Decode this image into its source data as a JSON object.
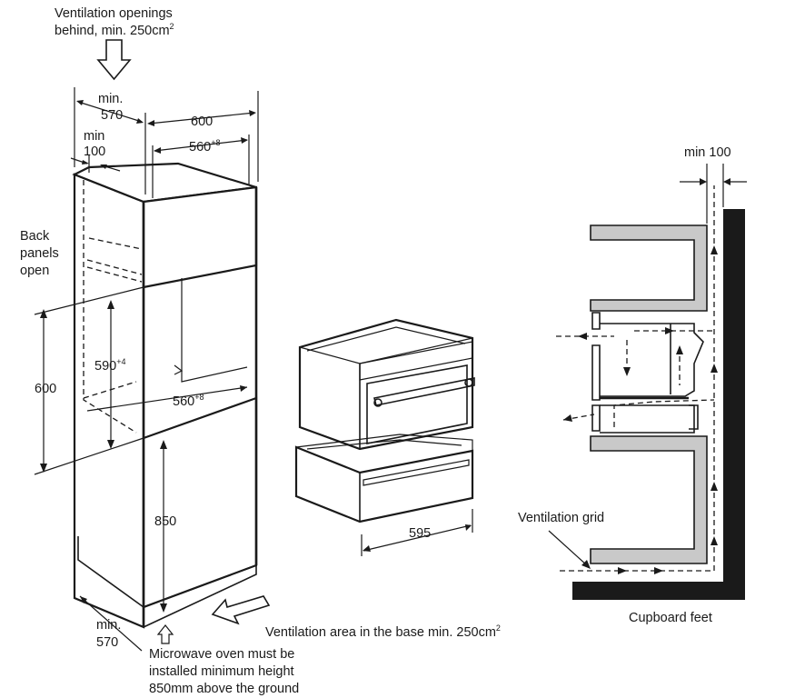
{
  "labels": {
    "vent_top_line1": "Ventilation openings",
    "vent_top_line2": "behind, min. 250cm",
    "vent_top_sup": "2",
    "min570_top_a": "min.",
    "min570_top_b": "570",
    "w600": "600",
    "min100_left_a": "min",
    "min100_left_b": "100",
    "w560_top": "560",
    "w560_top_sup": "+8",
    "back_panels_1": "Back",
    "back_panels_2": "panels",
    "back_panels_3": "open",
    "h600": "600",
    "h590": "590",
    "h590_sup": "+4",
    "w560_mid": "560",
    "w560_mid_sup": "+8",
    "h850": "850",
    "min570_bot_a": "min.",
    "min570_bot_b": "570",
    "vent_base": "Ventilation area in the base min. 250cm",
    "vent_base_sup": "2",
    "mw_note_1": "Microwave oven must be",
    "mw_note_2": "installed minimum height",
    "mw_note_3": "850mm above the ground",
    "w595": "595",
    "min100_right": "min 100",
    "vent_grid": "Ventilation grid",
    "cupboard_feet": "Cupboard feet"
  },
  "colors": {
    "line": "#1a1a1a",
    "panel_grey": "#c9c9c9",
    "wall": "#1a1a1a"
  }
}
